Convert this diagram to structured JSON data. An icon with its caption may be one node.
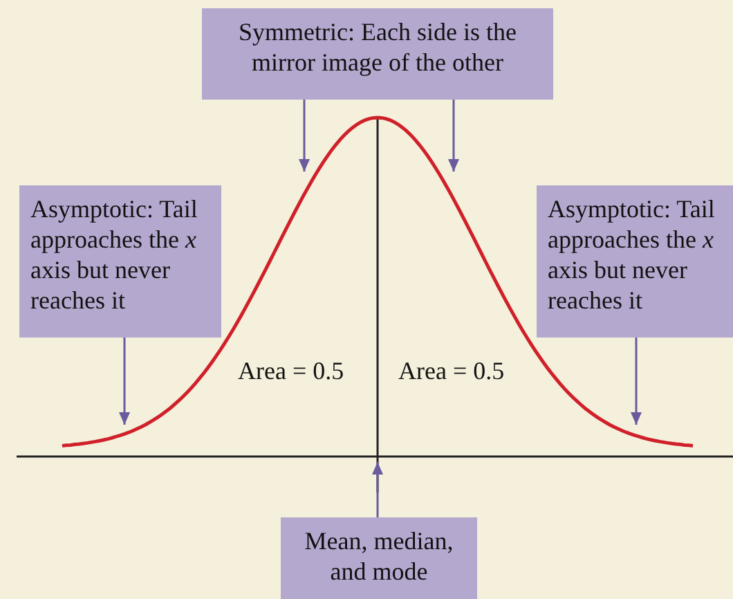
{
  "diagram": {
    "nodes": [
      {
        "text": [
          "Symmetric: Each side is the mirror image of the other"
        ]
      },
      {
        "text": [
          "Asymptotic: Tail approaches the *x* axis but never reaches it"
        ]
      },
      {
        "text": [
          "Asymptotic: Tail approaches the *x* axis but never reaches it"
        ]
      },
      {
        "text": [
          "Mean, median, and mode"
        ]
      }
    ],
    "edges": [
      {
        "from": 0,
        "to": null,
        "arrow": "to"
      },
      {
        "from": 0,
        "to": null,
        "arrow": "to"
      },
      {
        "from": 1,
        "to": null,
        "arrow": "to"
      },
      {
        "from": 2,
        "to": null,
        "arrow": "to"
      },
      {
        "from": 3,
        "to": null,
        "arrow": "to"
      }
    ],
    "labels": [
      "Area = 0.5",
      "Area = 0.5"
    ]
  }
}
